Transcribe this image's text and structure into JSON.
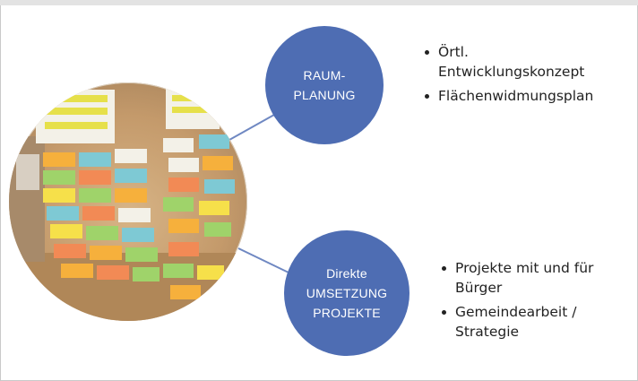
{
  "nodes": {
    "raumplanung": {
      "line1": "RAUM-",
      "line2": "PLANUNG"
    },
    "umsetzung": {
      "line1": "Direkte",
      "line2": "UMSETZUNG",
      "line3": "PROJEKTE"
    }
  },
  "bullets": {
    "raumplanung": [
      {
        "line1": "Örtl.",
        "line2": "Entwicklungskonzept"
      },
      {
        "line1": "Flächenwidmungsplan"
      }
    ],
    "umsetzung": [
      {
        "line1": "Projekte mit und für",
        "line2": "Bürger"
      },
      {
        "line1": "Gemeindearbeit /",
        "line2": "Strategie"
      }
    ]
  },
  "colors": {
    "node_fill": "#4e6db3",
    "connector": "#6f88c2",
    "text": "#222222",
    "node_text": "#ffffff"
  },
  "icons": {
    "photo": "workshop-pinboard-photo"
  }
}
